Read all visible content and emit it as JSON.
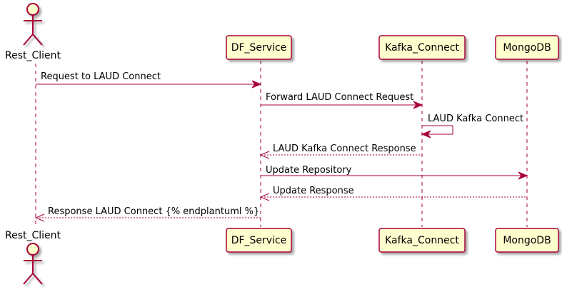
{
  "participants": [
    {
      "id": "rest_client",
      "label": "Rest_Client",
      "kind": "actor"
    },
    {
      "id": "df_service",
      "label": "DF_Service",
      "kind": "participant"
    },
    {
      "id": "kafka_connect",
      "label": "Kafka_Connect",
      "kind": "participant"
    },
    {
      "id": "mongodb",
      "label": "MongoDB",
      "kind": "participant"
    }
  ],
  "messages": [
    {
      "from": "rest_client",
      "to": "df_service",
      "label": "Request to LAUD Connect",
      "style": "solid"
    },
    {
      "from": "df_service",
      "to": "kafka_connect",
      "label": "Forward LAUD Connect Request",
      "style": "solid"
    },
    {
      "from": "kafka_connect",
      "to": "kafka_connect",
      "label": "LAUD Kafka Connect",
      "style": "solid"
    },
    {
      "from": "kafka_connect",
      "to": "df_service",
      "label": "LAUD Kafka Connect Response",
      "style": "dashed"
    },
    {
      "from": "df_service",
      "to": "mongodb",
      "label": "Update Repository",
      "style": "solid"
    },
    {
      "from": "mongodb",
      "to": "df_service",
      "label": "Update Response",
      "style": "dashed"
    },
    {
      "from": "df_service",
      "to": "rest_client",
      "label": "Response LAUD Connect {% endplantuml %}",
      "style": "dashed"
    }
  ],
  "colors": {
    "arrow": "#A80036",
    "box_fill": "#FEFECE",
    "box_border": "#A80036"
  }
}
